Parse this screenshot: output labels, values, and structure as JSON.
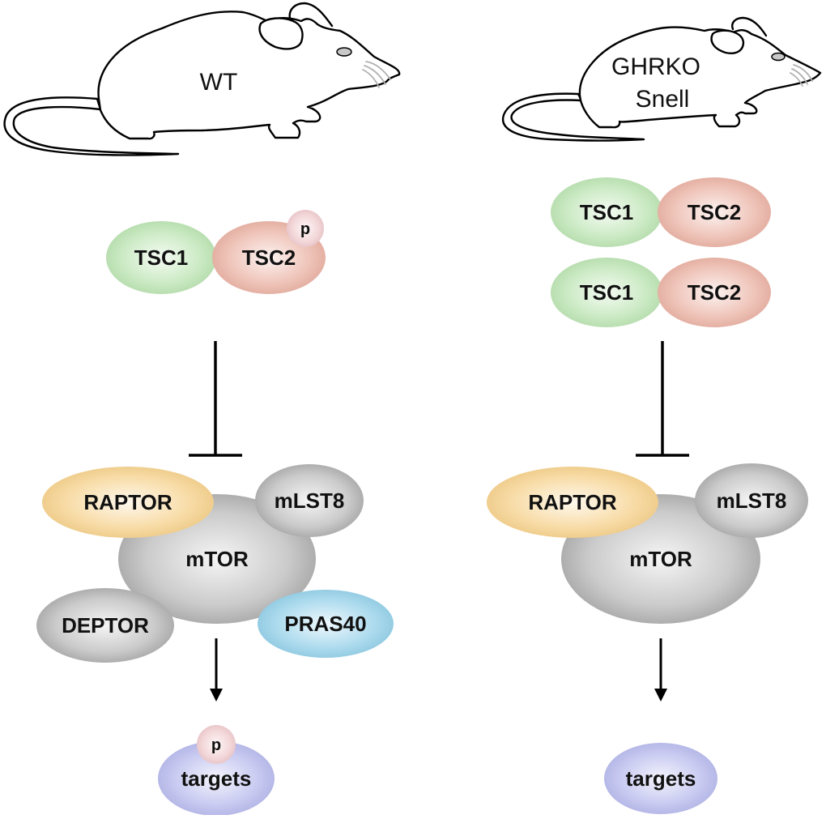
{
  "panels": {
    "wt": {
      "mouse_label_lines": [
        "WT"
      ],
      "tsc_complexes": [
        {
          "tsc1": "TSC1",
          "tsc2": "TSC2",
          "phosphorylated": true
        }
      ],
      "inhibition": "inhibits",
      "mtorc1": {
        "raptor": "RAPTOR",
        "mlst8": "mLST8",
        "mtor": "mTOR",
        "deptor": "DEPTOR",
        "pras40": "PRAS40"
      },
      "activation": "activates",
      "targets": {
        "label": "targets",
        "phosphorylated": true
      }
    },
    "ghrko": {
      "mouse_label_lines": [
        "GHRKO",
        "Snell"
      ],
      "tsc_complexes": [
        {
          "tsc1": "TSC1",
          "tsc2": "TSC2",
          "phosphorylated": false
        },
        {
          "tsc1": "TSC1",
          "tsc2": "TSC2",
          "phosphorylated": false
        }
      ],
      "inhibition": "inhibits",
      "mtorc1": {
        "raptor": "RAPTOR",
        "mlst8": "mLST8",
        "mtor": "mTOR"
      },
      "activation": "activates",
      "targets": {
        "label": "targets",
        "phosphorylated": false
      }
    }
  },
  "phospho_label": "p",
  "colors": {
    "tsc1": "#b9e3b0",
    "tsc2": "#e9b0a1",
    "phospho": "#efc9cc",
    "raptor": "#f6d08a",
    "grey_protein": "#b9b9b9",
    "pras40": "#92cfe8",
    "targets": "#b6b8ec",
    "outline": "#000000",
    "eye": "#c8c8c8",
    "whisker": "#b0b0b0"
  }
}
